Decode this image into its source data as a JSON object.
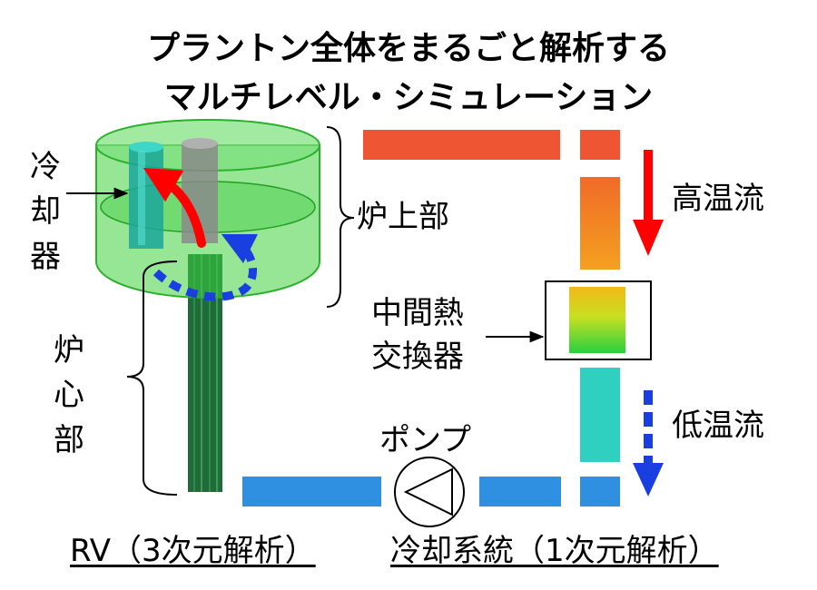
{
  "title": {
    "line1": "プラントン全体をまるごと解析する",
    "line2": "マルチレベル・シミュレーション"
  },
  "labels": {
    "cooler": "冷却器",
    "upper_plenum": "炉上部",
    "core": "炉心部",
    "ihx": "中間熱交換器",
    "ihx_line1": "中間熱",
    "ihx_line2": "交換器",
    "hot_flow": "高温流",
    "cold_flow": "低温流",
    "pump": "ポンプ",
    "rv": "RV（3次元解析）",
    "cooling_system": "冷却系統（1次元解析）"
  },
  "colors": {
    "vessel_green": "#33cc33",
    "hot_pipe": "#ee5533",
    "orange_pipe": "#f08a20",
    "cold_pipe": "#2f8fe0",
    "teal_pipe": "#2fd0c0",
    "hot_arrow": "#ff0000",
    "cold_arrow": "#1a3fe0"
  }
}
